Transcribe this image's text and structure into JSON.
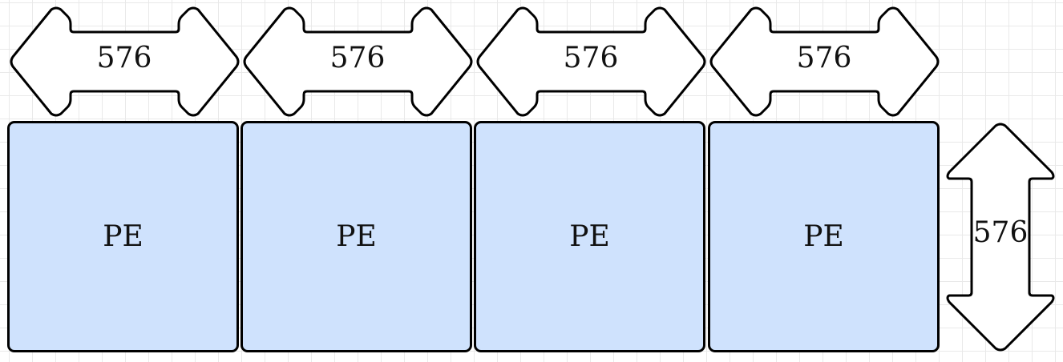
{
  "processing_elements": [
    {
      "label": "PE"
    },
    {
      "label": "PE"
    },
    {
      "label": "PE"
    },
    {
      "label": "PE"
    }
  ],
  "width_arrows": [
    {
      "label": "576"
    },
    {
      "label": "576"
    },
    {
      "label": "576"
    },
    {
      "label": "576"
    }
  ],
  "height_arrow": {
    "label": "576"
  },
  "colors": {
    "pe_fill": "#cfe2fd",
    "stroke": "#000000",
    "arrow_fill": "#ffffff",
    "grid": "#e9e9e9"
  }
}
